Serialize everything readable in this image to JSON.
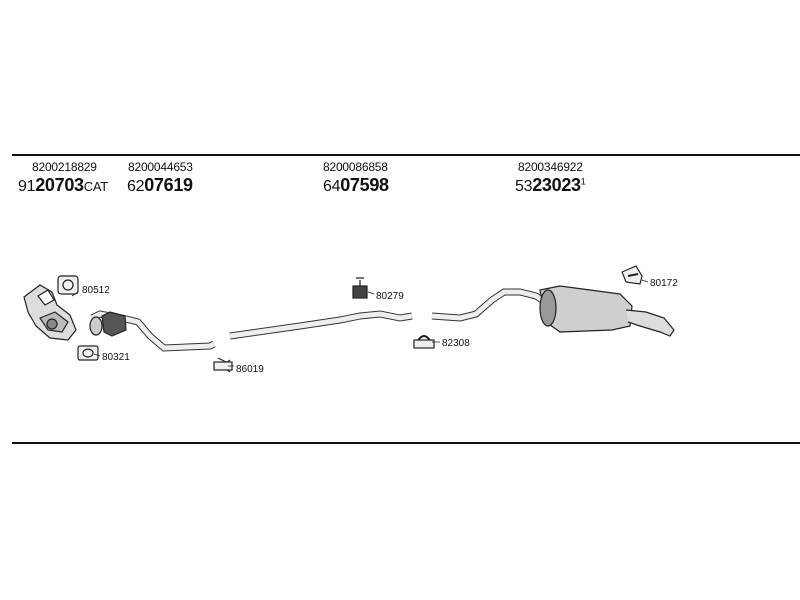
{
  "parts": [
    {
      "oem": "8200218829",
      "prefix": "91",
      "main": "20703",
      "suffix": "CAT",
      "sup": ""
    },
    {
      "oem": "8200044653",
      "prefix": "62",
      "main": "07619",
      "suffix": "",
      "sup": ""
    },
    {
      "oem": "8200086858",
      "prefix": "64",
      "main": "07598",
      "suffix": "",
      "sup": ""
    },
    {
      "oem": "8200346922",
      "prefix": "53",
      "main": "23023",
      "suffix": "",
      "sup": "1"
    }
  ],
  "accessories": [
    {
      "ref": "80512"
    },
    {
      "ref": "80321"
    },
    {
      "ref": "86019"
    },
    {
      "ref": "80279"
    },
    {
      "ref": "82308"
    },
    {
      "ref": "80172"
    }
  ]
}
